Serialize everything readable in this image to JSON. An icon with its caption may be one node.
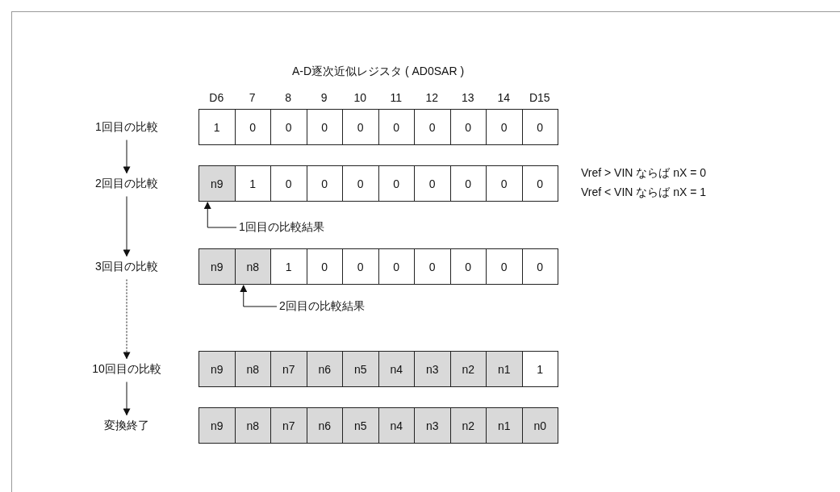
{
  "diagram": {
    "title": "A-D逐次近似レジスタ ( AD0SAR )",
    "nodes": [
      {
        "text": [
          "1回目の比較"
        ]
      },
      {
        "text": [
          "1"
        ]
      },
      {
        "text": [
          "0"
        ]
      },
      {
        "text": [
          "0"
        ]
      },
      {
        "text": [
          "0"
        ]
      },
      {
        "text": [
          "0"
        ]
      },
      {
        "text": [
          "0"
        ]
      },
      {
        "text": [
          "0"
        ]
      },
      {
        "text": [
          "0"
        ]
      },
      {
        "text": [
          "0"
        ]
      },
      {
        "text": [
          "0"
        ]
      },
      {
        "text": [
          "2回目の比較"
        ]
      },
      {
        "text": [
          "n9"
        ]
      },
      {
        "text": [
          "1"
        ]
      },
      {
        "text": [
          "0"
        ]
      },
      {
        "text": [
          "0"
        ]
      },
      {
        "text": [
          "0"
        ]
      },
      {
        "text": [
          "0"
        ]
      },
      {
        "text": [
          "0"
        ]
      },
      {
        "text": [
          "0"
        ]
      },
      {
        "text": [
          "0"
        ]
      },
      {
        "text": [
          "0"
        ]
      },
      {
        "text": [
          "1回目の比較結果"
        ]
      },
      {
        "text": [
          "3回目の比較"
        ]
      },
      {
        "text": [
          "n9"
        ]
      },
      {
        "text": [
          "n8"
        ]
      },
      {
        "text": [
          "1"
        ]
      },
      {
        "text": [
          "0"
        ]
      },
      {
        "text": [
          "0"
        ]
      },
      {
        "text": [
          "0"
        ]
      },
      {
        "text": [
          "0"
        ]
      },
      {
        "text": [
          "0"
        ]
      },
      {
        "text": [
          "0"
        ]
      },
      {
        "text": [
          "0"
        ]
      },
      {
        "text": [
          "2回目の比較結果"
        ]
      },
      {
        "text": [
          "10回目の比較"
        ]
      },
      {
        "text": [
          "n9"
        ]
      },
      {
        "text": [
          "n8"
        ]
      },
      {
        "text": [
          "n7"
        ]
      },
      {
        "text": [
          "n6"
        ]
      },
      {
        "text": [
          "n5"
        ]
      },
      {
        "text": [
          "n4"
        ]
      },
      {
        "text": [
          "n3"
        ]
      },
      {
        "text": [
          "n2"
        ]
      },
      {
        "text": [
          "n1"
        ]
      },
      {
        "text": [
          "1"
        ]
      },
      {
        "text": [
          "変換終了"
        ]
      },
      {
        "text": [
          "n9"
        ]
      },
      {
        "text": [
          "n8"
        ]
      },
      {
        "text": [
          "n7"
        ]
      },
      {
        "text": [
          "n6"
        ]
      },
      {
        "text": [
          "n5"
        ]
      },
      {
        "text": [
          "n4"
        ]
      },
      {
        "text": [
          "n3"
        ]
      },
      {
        "text": [
          "n2"
        ]
      },
      {
        "text": [
          "n1"
        ]
      },
      {
        "text": [
          "n0"
        ]
      }
    ],
    "edges": [
      {
        "from": 0,
        "to": 11,
        "arrow": "to"
      },
      {
        "from": 11,
        "to": 23,
        "arrow": "to"
      },
      {
        "from": 23,
        "to": 35,
        "arrow": "to",
        "style": "dashed"
      },
      {
        "from": 35,
        "to": 46,
        "arrow": "to"
      },
      {
        "from": 22,
        "to": 12,
        "arrow": "to"
      },
      {
        "from": 34,
        "to": 25,
        "arrow": "to"
      }
    ],
    "labels": [
      "D6",
      "7",
      "8",
      "9",
      "10",
      "11",
      "12",
      "13",
      "14",
      "D15",
      "Vref > VIN ならば nX = 0",
      "Vref < VIN ならば nX = 1"
    ]
  }
}
